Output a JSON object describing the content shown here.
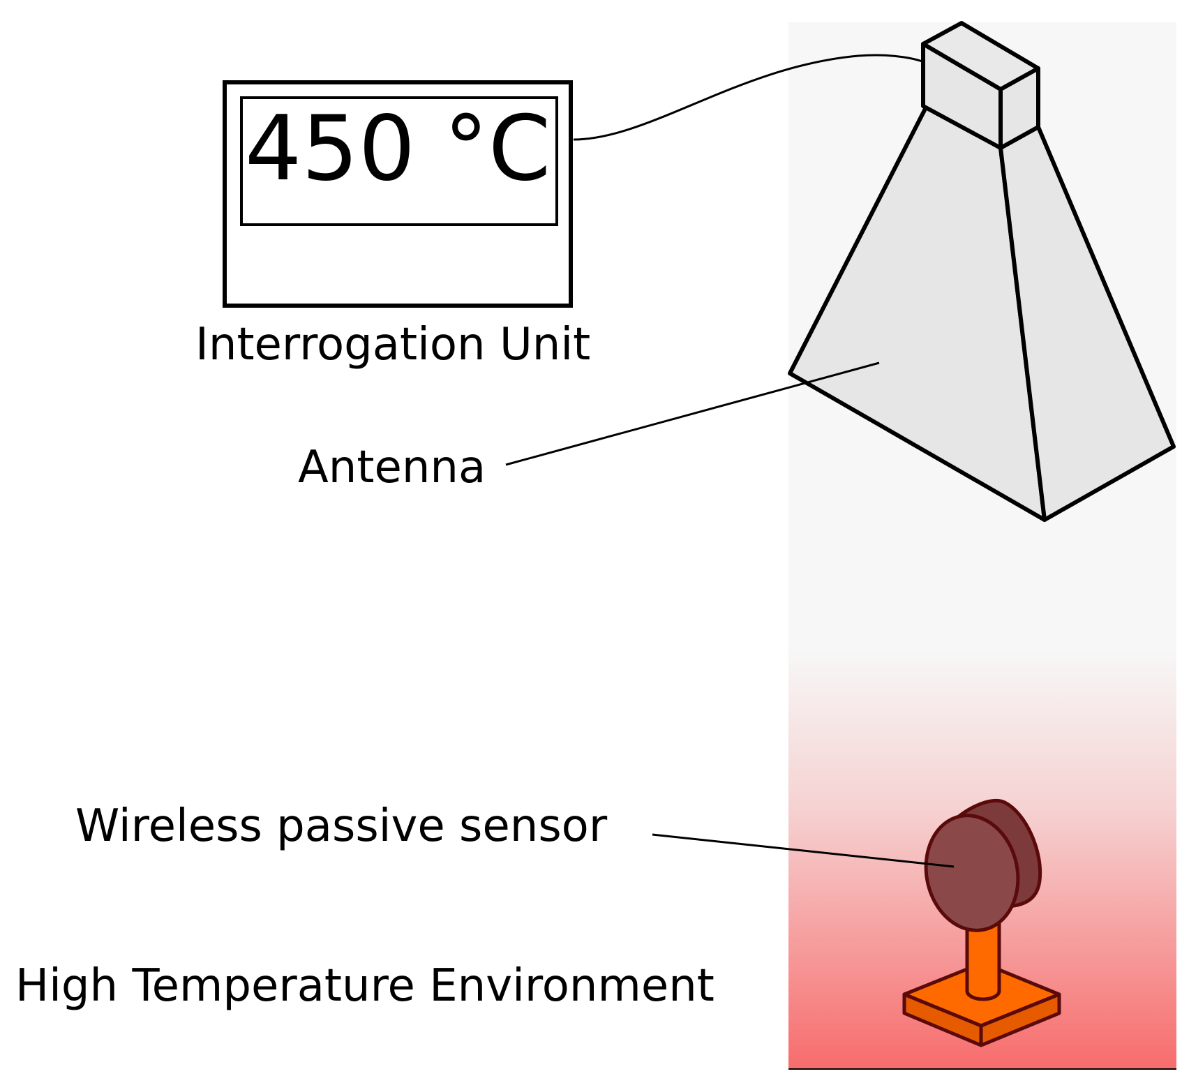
{
  "interrogation_unit": {
    "display_value": "450 °C",
    "label": "Interrogation Unit"
  },
  "antenna": {
    "label": "Antenna"
  },
  "sensor": {
    "label": "Wireless passive sensor"
  },
  "environment": {
    "label": "High Temperature Environment"
  },
  "colors": {
    "region_top": "#f7f7f7",
    "region_hot": "#f76c6c",
    "antenna_fill": "#e6e6e6",
    "sensor_disc": "#8a4848",
    "sensor_post": "#ff6a00",
    "outline_dark": "#5a0a0a"
  }
}
